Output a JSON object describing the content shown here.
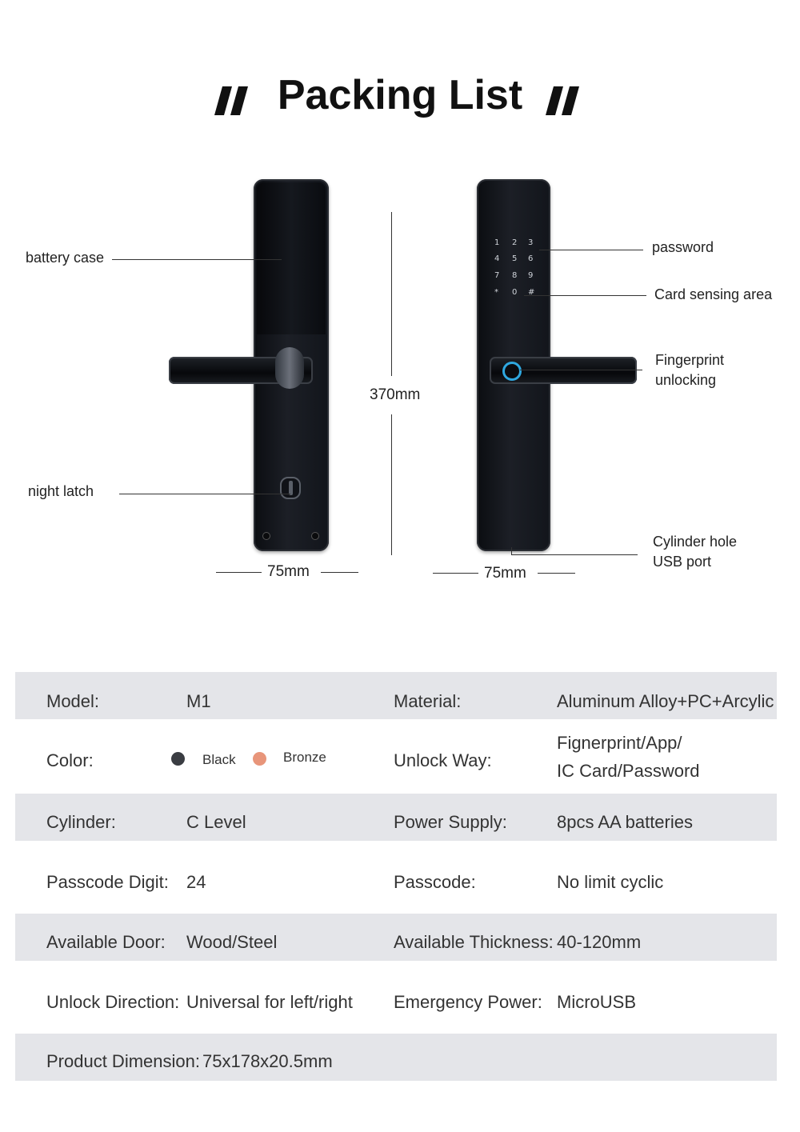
{
  "header": {
    "title": "Packing List",
    "quote_left": "”",
    "quote_right": "”"
  },
  "diagram": {
    "callouts": {
      "battery_case": "battery case",
      "night_latch": "night latch",
      "password": "password",
      "card_sensing": "Card sensing area",
      "fingerprint_line1": "Fingerprint",
      "fingerprint_line2": "unlocking",
      "cylinder_line1": "Cylinder hole",
      "cylinder_line2": "USB port"
    },
    "dimensions": {
      "height": "370mm",
      "back_width": "75mm",
      "front_width": "75mm"
    },
    "keypad": [
      "1",
      "2",
      "3",
      "4",
      "5",
      "6",
      "7",
      "8",
      "9",
      "*",
      "0",
      "#"
    ]
  },
  "specs": {
    "model_label": "Model:",
    "model_value": "M1",
    "material_label": "Material:",
    "material_value": "Aluminum Alloy+PC+Arcylic",
    "color_label": "Color:",
    "color_options": [
      {
        "name": "Black",
        "hex": "#3a3d42"
      },
      {
        "name": "Bronze",
        "hex": "#e8957a"
      }
    ],
    "unlock_way_label": "Unlock Way:",
    "unlock_way_line1": "Fignerprint/App/",
    "unlock_way_line2": "IC Card/Password",
    "cylinder_label": "Cylinder:",
    "cylinder_value": "C Level",
    "power_supply_label": "Power Supply:",
    "power_supply_value": "8pcs AA batteries",
    "passcode_digit_label": "Passcode Digit:",
    "passcode_digit_value": "24",
    "passcode_label": "Passcode:",
    "passcode_value": "No limit cyclic",
    "available_door_label": "Available Door:",
    "available_door_value": "Wood/Steel",
    "available_thickness_label": "Available Thickness:",
    "available_thickness_value": "40-120mm",
    "unlock_direction_label": "Unlock Direction:",
    "unlock_direction_value": "Universal for left/right",
    "emergency_power_label": "Emergency Power:",
    "emergency_power_value": "MicroUSB",
    "product_dimension_label": "Product Dimension:",
    "product_dimension_value": "75x178x20.5mm"
  },
  "colors": {
    "row_shade": "#e4e5e9",
    "fingerprint_ring": "#2fa8e0",
    "panel_dark": "#12151b"
  }
}
